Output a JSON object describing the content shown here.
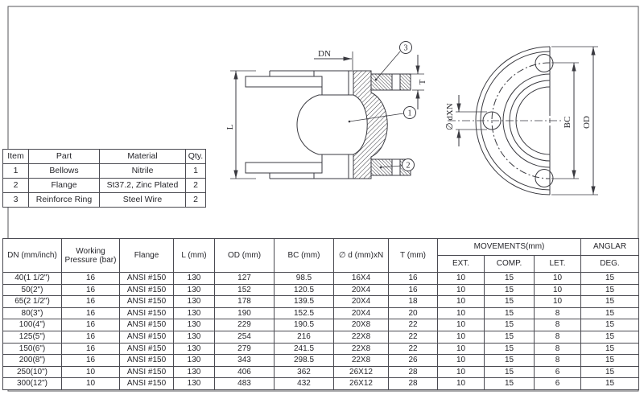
{
  "page": {
    "background": "#ffffff",
    "line_color": "#3a3a40",
    "border_color": "#55555a",
    "text_color": "#26262b"
  },
  "parts_table": {
    "headers": [
      "Item",
      "Part",
      "Material",
      "Qty."
    ],
    "rows": [
      [
        "1",
        "Bellows",
        "Nitrile",
        "1"
      ],
      [
        "2",
        "Flange",
        "St37.2, Zinc Plated",
        "2"
      ],
      [
        "3",
        "Reinforce Ring",
        "Steel Wire",
        "2"
      ]
    ]
  },
  "dims_table": {
    "headers": {
      "dn": "DN (mm/inch)",
      "working_pressure": "Working\nPressure (bar)",
      "flange": "Flange",
      "l": "L (mm)",
      "od": "OD (mm)",
      "bc": "BC (mm)",
      "d": "∅ d (mm)xN",
      "t": "T (mm)",
      "movements": "MOVEMENTS(mm)",
      "ext": "EXT.",
      "comp": "COMP.",
      "let": "LET.",
      "anglar": "ANGLAR",
      "deg": "DEG."
    },
    "rows": [
      [
        "40(1 1/2\")",
        "16",
        "ANSI #150",
        "130",
        "127",
        "98.5",
        "16X4",
        "16",
        "10",
        "15",
        "10",
        "15"
      ],
      [
        "50(2\")",
        "16",
        "ANSI #150",
        "130",
        "152",
        "120.5",
        "20X4",
        "16",
        "10",
        "15",
        "10",
        "15"
      ],
      [
        "65(2 1/2\")",
        "16",
        "ANSI #150",
        "130",
        "178",
        "139.5",
        "20X4",
        "18",
        "10",
        "15",
        "10",
        "15"
      ],
      [
        "80(3\")",
        "16",
        "ANSI #150",
        "130",
        "190",
        "152.5",
        "20X4",
        "20",
        "10",
        "15",
        "8",
        "15"
      ],
      [
        "100(4\")",
        "16",
        "ANSI #150",
        "130",
        "229",
        "190.5",
        "20X8",
        "22",
        "10",
        "15",
        "8",
        "15"
      ],
      [
        "125(5\")",
        "16",
        "ANSI #150",
        "130",
        "254",
        "216",
        "22X8",
        "22",
        "10",
        "15",
        "8",
        "15"
      ],
      [
        "150(6\")",
        "16",
        "ANSI #150",
        "130",
        "279",
        "241.5",
        "22X8",
        "22",
        "10",
        "15",
        "8",
        "15"
      ],
      [
        "200(8\")",
        "16",
        "ANSI #150",
        "130",
        "343",
        "298.5",
        "22X8",
        "26",
        "10",
        "15",
        "8",
        "15"
      ],
      [
        "250(10\")",
        "10",
        "ANSI #150",
        "130",
        "406",
        "362",
        "26X12",
        "28",
        "10",
        "15",
        "6",
        "15"
      ],
      [
        "300(12\")",
        "10",
        "ANSI #150",
        "130",
        "483",
        "432",
        "26X12",
        "28",
        "10",
        "15",
        "6",
        "15"
      ]
    ]
  },
  "drawing": {
    "section_view": {
      "dn_label": "DN",
      "l_label": "L",
      "t_label": "T",
      "balloon_1": "1",
      "balloon_2": "2",
      "balloon_3": "3"
    },
    "front_view": {
      "bc_label": "BC",
      "od_label": "OD",
      "dxn_label": "∅ dXN"
    }
  }
}
